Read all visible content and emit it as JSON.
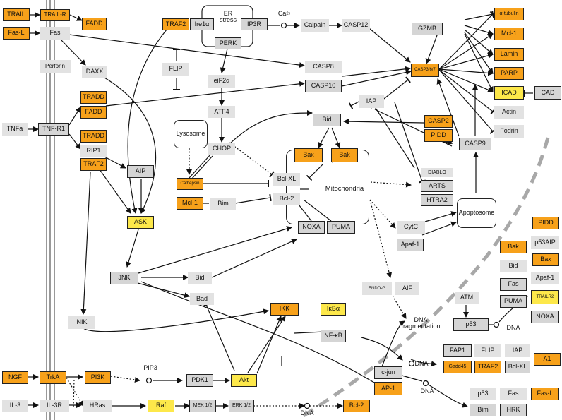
{
  "colors": {
    "orange": "#f7a11a",
    "yellow": "#fde84a",
    "grey": "#d5d5d5",
    "lightgrey": "#e2e2e2",
    "dashed": "#a8a8a8"
  },
  "nodes": {
    "trail": "TRAIL",
    "trail_r": "TRAIL-R",
    "fasl": "Fas-L",
    "fas": "Fas",
    "fadd_top": "FADD",
    "perforin": "Perforin",
    "daxx": "DAXX",
    "tradd_1": "TRADD",
    "fadd_1": "FADD",
    "tnfa": "TNFa",
    "tnf_r1": "TNF-R1",
    "tradd_2": "TRADD",
    "rip1": "RIP1",
    "traf2_left": "TRAF2",
    "aip": "AIP",
    "ask": "ASK",
    "jnk": "JNK",
    "nik": "NIK",
    "ngf": "NGF",
    "trka": "TrkA",
    "pi3k": "PI3K",
    "pip3": "PIP3",
    "pdk1": "PDK1",
    "akt": "Akt",
    "il3": "IL-3",
    "il3r": "IL-3R",
    "hras": "HRas",
    "raf": "Raf",
    "mek": "MEK 1/2",
    "erk": "ERK 1/2",
    "dna_bottom": "DNA",
    "bcl2_bottom": "Bcl-2",
    "traf2_top": "TRAF2",
    "ire1": "Ire1α",
    "er_stress": "ER\nstress",
    "ip3r": "IP3R",
    "perk": "PERK",
    "ca": "Ca",
    "ca_sup": "2+",
    "calpain": "Calpain",
    "casp12": "CASP12",
    "flip_mid": "FLIP",
    "eif2a": "eiF2α",
    "atf4": "ATF4",
    "lysosome": "Lysosome",
    "chop": "CHOP",
    "cathepsin": "Cathepsin",
    "mcl1_left": "Mcl-1",
    "bim_left": "Bim",
    "casp8": "CASP8",
    "casp10": "CASP10",
    "iap_mid": "IAP",
    "bid_mid": "Bid",
    "bax_mito": "Bax",
    "bak_mito": "Bak",
    "bclxl_mito": "Bcl-XL",
    "bcl2_mito": "Bcl-2",
    "mitochondria": "Mitochondria",
    "noxa_mito": "NOXA",
    "puma_mito": "PUMA",
    "diablo": "DIABLO",
    "arts": "ARTS",
    "htra2": "HTRA2",
    "cytc": "CytC",
    "apaf1_mid": "Apaf-1",
    "apoptosome": "Apoptosome",
    "endog": "ENDO-G",
    "aif": "AIF",
    "dna_frag": "DNA\nfragmentation",
    "bid_lower": "Bid",
    "bad": "Bad",
    "ikk": "IKK",
    "ikba": "IκBα",
    "nfkb": "NF-κB",
    "dna_nfkb": "DNA",
    "cjun": "c-jun",
    "ap1": "AP-1",
    "dna_ap1": "DNA",
    "gzmb": "GZMB",
    "casp3": "CASP3/6/7",
    "alpha_tub": "α-tubulin",
    "mcl1_right": "Mcl-1",
    "lamin": "Lamin",
    "parp": "PARP",
    "icad": "ICAD",
    "cad": "CAD",
    "actin": "Actin",
    "fodrin": "Fodrin",
    "casp2": "CASP2",
    "pidd_mid": "PIDD",
    "casp9": "CASP9",
    "pidd_right": "PIDD",
    "bak_right": "Bak",
    "p53aip": "p53AIP",
    "bax_right": "Bax",
    "bid_right": "Bid",
    "apaf1_right": "Apaf-1",
    "fas_right": "Fas",
    "trailr2": "TRAILR2",
    "puma_right": "PUMA",
    "noxa_right": "NOXA",
    "atm": "ATM",
    "p53_mid": "p53",
    "dna_p53": "DNA",
    "fap1": "FAP1",
    "flip_right": "FLIP",
    "iap_right": "IAP",
    "a1": "A1",
    "gadd45": "Gadd45",
    "traf2_right": "TRAF2",
    "bclxl_right": "Bcl-XL",
    "p53_bottom": "p53",
    "fas_bottom": "Fas",
    "fasl_right": "Fas-L",
    "bim_right": "Bim",
    "hrk": "HRK"
  }
}
